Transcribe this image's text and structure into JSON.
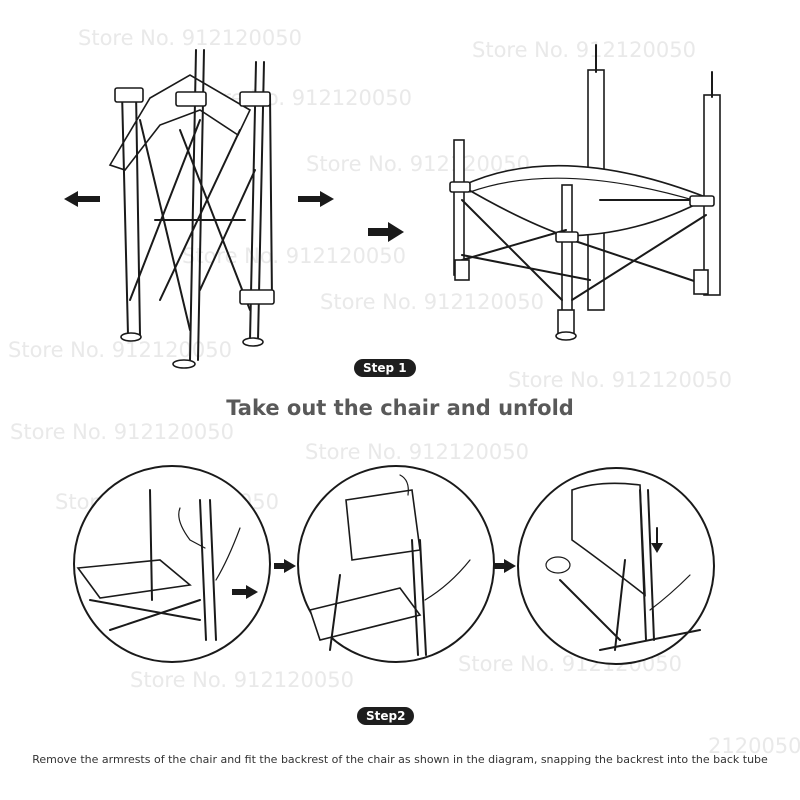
{
  "watermark_text": "Store No. 912120050",
  "watermark_fragment": "2120050",
  "step1": {
    "badge": "Step 1",
    "title": "Take out the chair and unfold"
  },
  "step2": {
    "badge": "Step2",
    "caption": "Remove the armrests of the chair and fit the backrest of the chair as shown in the diagram, snapping the backrest into the back tube"
  }
}
